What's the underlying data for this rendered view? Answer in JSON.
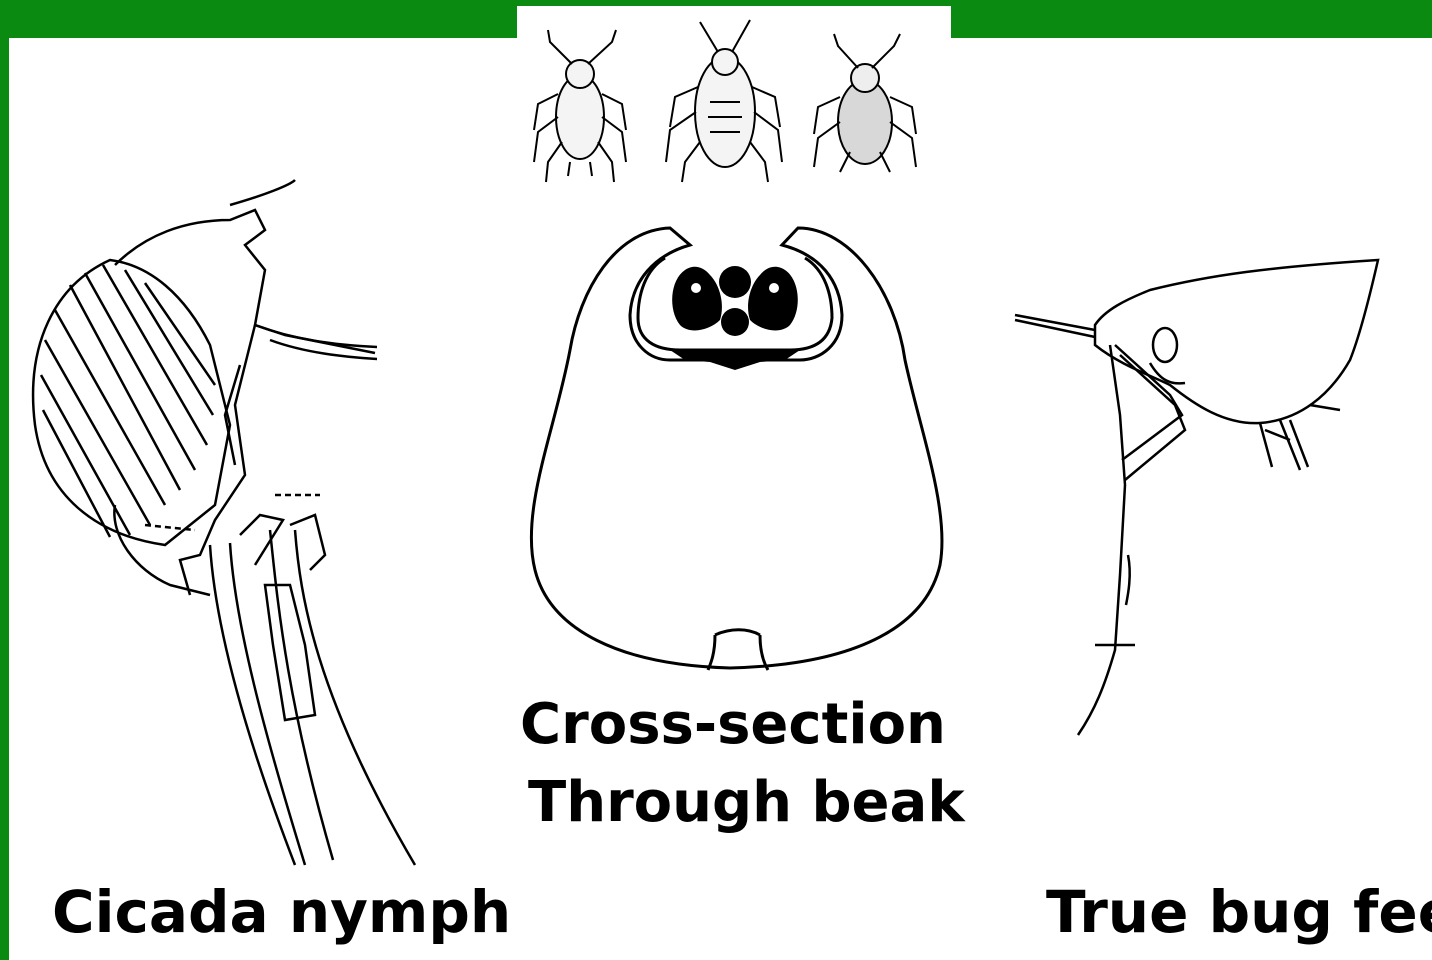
{
  "colors": {
    "frame_green": "#0a8a10",
    "background": "#ffffff",
    "ink": "#000000"
  },
  "captions": {
    "cicada": "Cicada nymph",
    "cross_line1": "Cross-section",
    "cross_line2": "Through beak",
    "true_bug": "True bug fee"
  },
  "figures": {
    "top_row": [
      "aphid-icon",
      "aphid-icon",
      "aphid-icon"
    ],
    "left": "cicada-nymph-head-illustration",
    "center": "beak-cross-section-illustration",
    "right": "true-bug-feeding-illustration"
  }
}
